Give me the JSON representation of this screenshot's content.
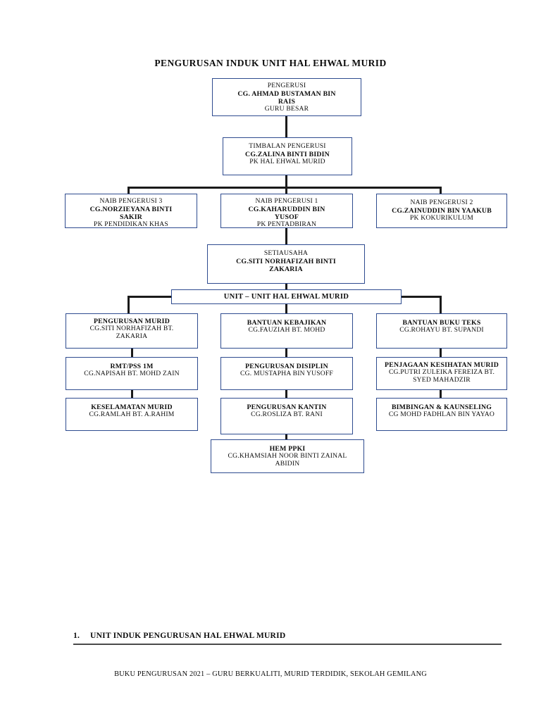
{
  "document": {
    "chart_title": "PENGURUSAN INDUK UNIT HAL EHWAL MURID",
    "section_number": "1.",
    "section_heading": "UNIT INDUK PENGURUSAN HAL EHWAL MURID",
    "footer": "BUKU PENGURUSAN 2021 – GURU BERKUALITI, MURID TERDIDIK, SEKOLAH GEMILANG"
  },
  "colors": {
    "box_border": "#2e4b8f",
    "connector": "#1a1a1a",
    "text": "#0d0d0d",
    "rule": "#4a4a4a"
  },
  "org": {
    "chairman": {
      "role": "PENGERUSI",
      "name": "CG. AHMAD BUSTAMAN BIN",
      "name2": "RAIS",
      "position": "GURU BESAR"
    },
    "deputy": {
      "role": "TIMBALAN PENGERUSI",
      "name": "CG.ZALINA BINTI BIDIN",
      "position": "PK HAL EHWAL MURID"
    },
    "vice_chairs": [
      {
        "role": "NAIB PENGERUSI 3",
        "name": "CG.NORZIEYANA BINTI",
        "name2": "SAKIR",
        "position": "PK PENDIDIKAN KHAS"
      },
      {
        "role": "NAIB PENGERUSI 1",
        "name": "CG.KAHARUDDIN BIN",
        "name2": "YUSOF",
        "position": "PK PENTADBIRAN"
      },
      {
        "role": "NAIB PENGERUSI 2",
        "name": "CG.ZAINUDDIN BIN YAAKUB",
        "position": "PK KOKURIKULUM"
      }
    ],
    "secretary": {
      "role": "SETIAUSAHA",
      "name": "CG.SITI NORHAFIZAH BINTI",
      "name2": "ZAKARIA"
    },
    "units_bar_label": "UNIT – UNIT HAL EHWAL MURID",
    "units": {
      "left_column": [
        {
          "unit": "PENGURUSAN MURID",
          "person": "CG.SITI NORHAFIZAH BT.",
          "person2": "ZAKARIA"
        },
        {
          "unit": "RMT/PSS 1M",
          "person": "CG.NAPISAH BT. MOHD ZAIN"
        },
        {
          "unit": "KESELAMATAN MURID",
          "person": "CG.RAMLAH BT. A.RAHIM"
        }
      ],
      "middle_column": [
        {
          "unit": "BANTUAN KEBAJIKAN",
          "person": "CG.FAUZIAH BT. MOHD"
        },
        {
          "unit": "PENGURUSAN DISIPLIN",
          "person": "CG. MUSTAPHA BIN YUSOFF"
        },
        {
          "unit": "PENGURUSAN KANTIN",
          "person": "CG.ROSLIZA BT. RANI"
        },
        {
          "unit": "HEM PPKI",
          "person": "CG.KHAMSIAH NOOR BINTI ZAINAL",
          "person2": "ABIDIN"
        }
      ],
      "right_column": [
        {
          "unit": "BANTUAN BUKU TEKS",
          "person": "CG.ROHAYU BT. SUPANDI"
        },
        {
          "unit": "PENJAGAAN KESIHATAN MURID",
          "person": "CG.PUTRI ZULEIKA FEREIZA  BT.",
          "person2": "SYED MAHADZIR"
        },
        {
          "unit": "BIMBINGAN & KAUNSELING",
          "person": "CG MOHD FADHLAN BIN YAYAO"
        }
      ]
    }
  }
}
